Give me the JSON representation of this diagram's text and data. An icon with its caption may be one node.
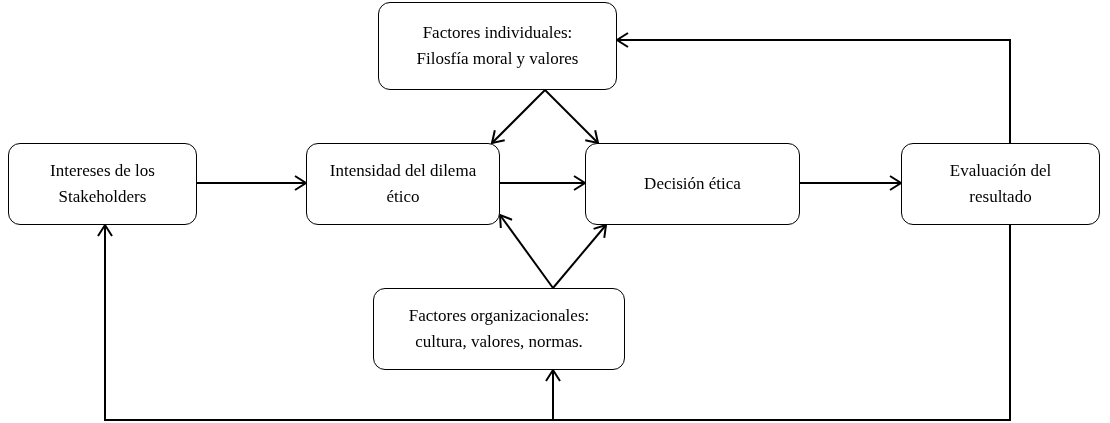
{
  "diagram": {
    "nodes": [
      {
        "text": [
          "Factores individuales: Filosfía moral y valores"
        ]
      },
      {
        "text": [
          "Intereses de los Stakeholders"
        ]
      },
      {
        "text": [
          "Intensidad del dilema ético"
        ]
      },
      {
        "text": [
          "Decisión ética"
        ]
      },
      {
        "text": [
          "Evaluación del resultado"
        ]
      },
      {
        "text": [
          "Factores organizacionales: cultura, valores, normas."
        ]
      }
    ],
    "edges": [
      {
        "from": 1,
        "to": 2,
        "arrow": "to"
      },
      {
        "from": 2,
        "to": 3,
        "arrow": "to"
      },
      {
        "from": 3,
        "to": 4,
        "arrow": "to"
      },
      {
        "from": 0,
        "to": 2,
        "arrow": "to"
      },
      {
        "from": 0,
        "to": 3,
        "arrow": "to"
      },
      {
        "from": 5,
        "to": 2,
        "arrow": "to"
      },
      {
        "from": 5,
        "to": 3,
        "arrow": "to"
      },
      {
        "from": 4,
        "to": 0,
        "arrow": "to"
      },
      {
        "from": 4,
        "to": 1,
        "arrow": "to"
      },
      {
        "from": 4,
        "to": 5,
        "arrow": "to"
      }
    ]
  }
}
